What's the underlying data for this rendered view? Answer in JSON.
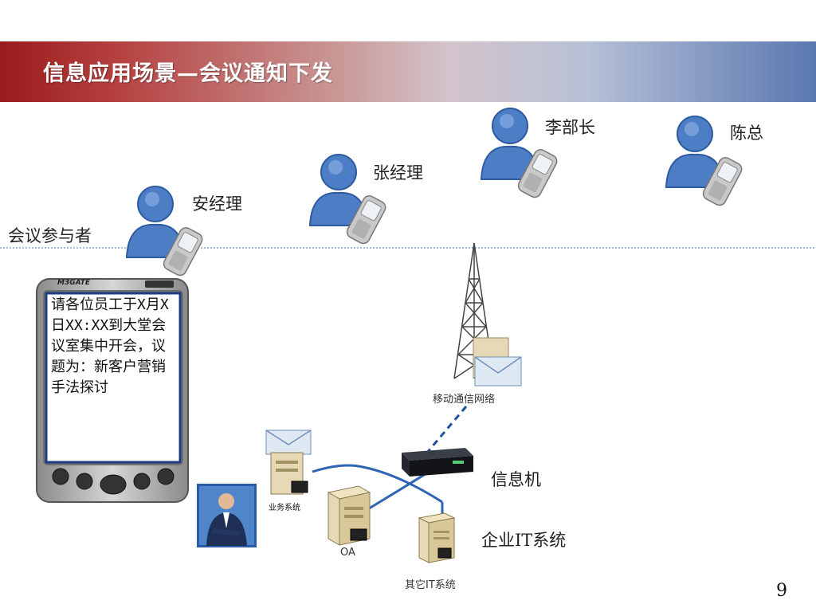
{
  "slide": {
    "title": "信息应用场景—会议通知下发",
    "page_number": "9"
  },
  "participants": {
    "group_label": "会议参与者",
    "people": [
      "安经理",
      "张经理",
      "李部长",
      "陈总"
    ]
  },
  "pda": {
    "brand": "M3GATE",
    "message": "请各位员工于X月X日XX:XX到大堂会议室集中开会，议题为：新客户营销手法探讨"
  },
  "network": {
    "mobile_network": "移动通信网络",
    "gateway": "信息机",
    "enterprise_it": "企业IT系统",
    "business_system": "业务系统",
    "oa": "OA",
    "other_it": "其它IT系统"
  }
}
